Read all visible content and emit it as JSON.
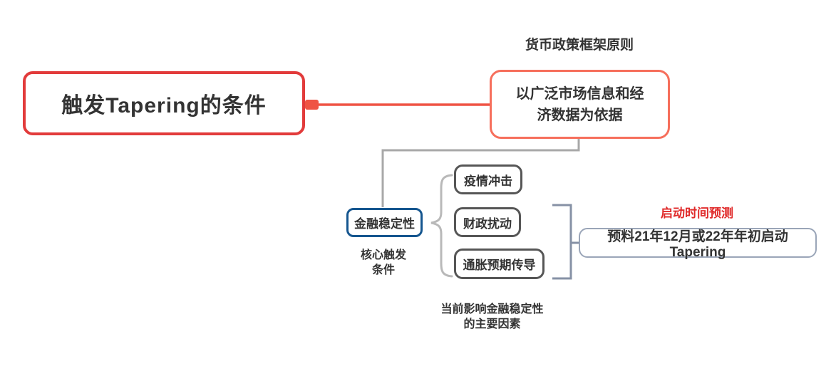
{
  "root": {
    "label": "触发Tapering的条件"
  },
  "framework": {
    "callout": "货币政策框架原则",
    "label": "以广泛市场信息和经\n济数据为依据"
  },
  "stability": {
    "label": "金融稳定性",
    "note": "核心触发\n条件"
  },
  "factors": {
    "items": [
      "疫情冲击",
      "财政扰动",
      "通胀预期传导"
    ],
    "note": "当前影响金融稳定性\n的主要因素"
  },
  "prediction": {
    "callout": "启动时间预测",
    "label": "预料21年12月或22年年初启动Tapering"
  },
  "colors": {
    "root_border": "#e23b3b",
    "branch_border": "#f66f5c",
    "connector_red": "#ef5344",
    "stability_border": "#15568f",
    "factor_border": "#565656",
    "connector_gray": "#a8a8a8",
    "brace_gray": "#b9b9b9",
    "bracket_blue_gray": "#8691a5",
    "prediction_border": "#9aa5b8",
    "prediction_label": "#e02b2b",
    "text": "#333333"
  }
}
